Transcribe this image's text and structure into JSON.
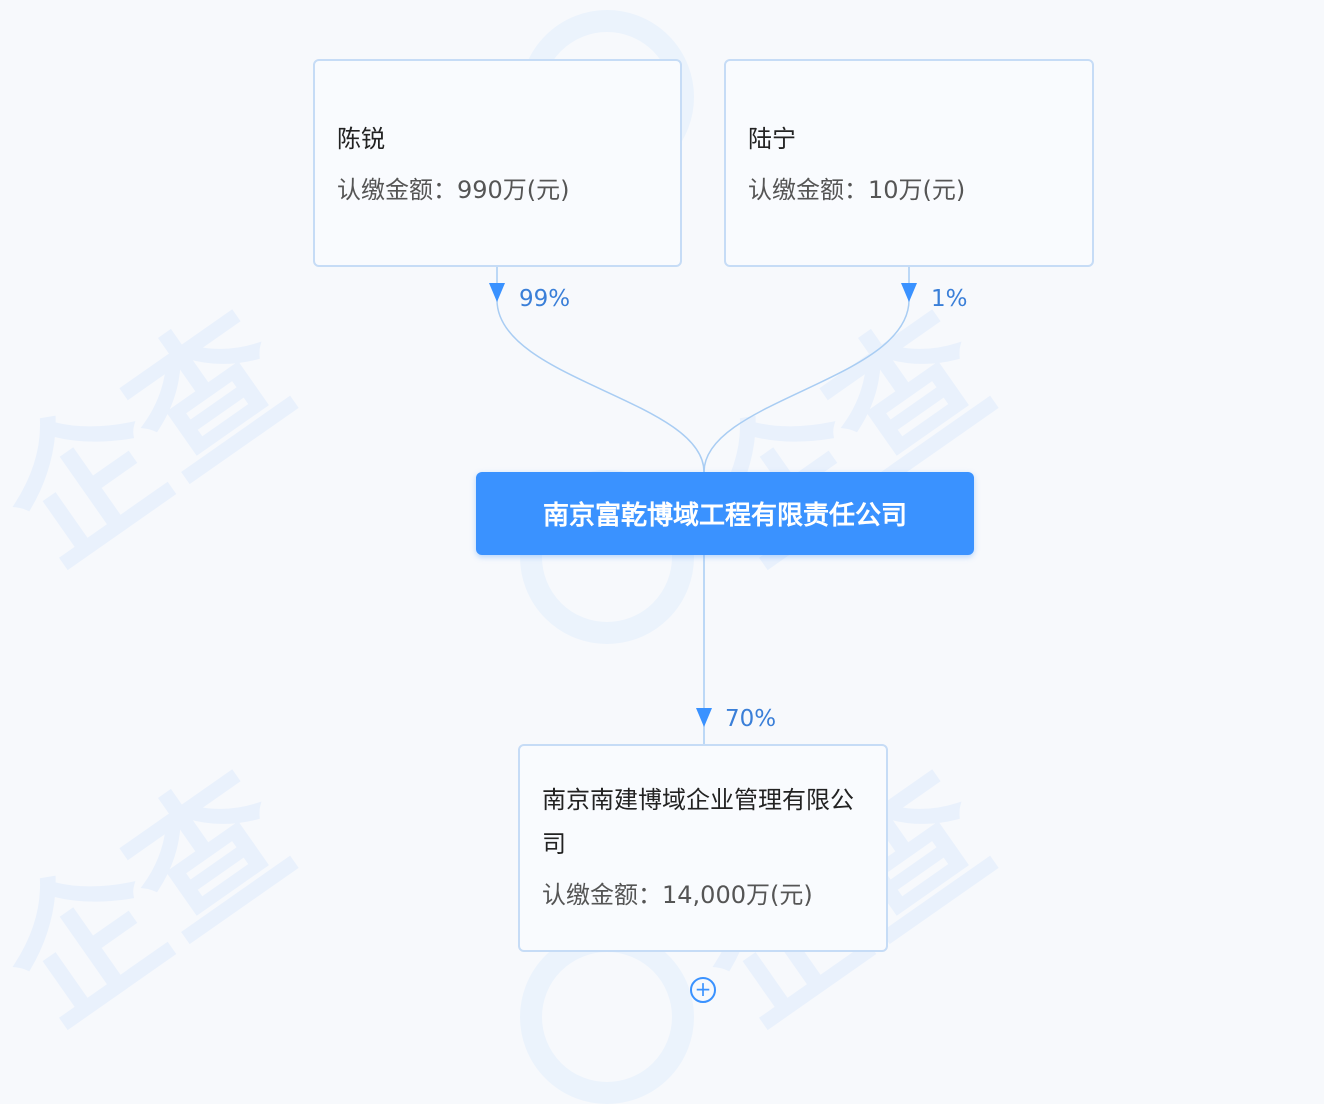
{
  "shareholders": [
    {
      "name": "陈锐",
      "amount_label": "认缴金额：",
      "amount_value": "990万(元)",
      "ratio": "99%"
    },
    {
      "name": "陆宁",
      "amount_label": "认缴金额：",
      "amount_value": "10万(元)",
      "ratio": "1%"
    }
  ],
  "company": {
    "name": "南京富乾博域工程有限责任公司"
  },
  "investments": [
    {
      "name": "南京南建博域企业管理有限公司",
      "amount_label": "认缴金额：",
      "amount_value": "14,000万(元)",
      "ratio": "70%"
    }
  ],
  "expand_button": {
    "icon": "plus-circle-icon"
  },
  "watermark": {
    "text": "企查"
  },
  "colors": {
    "accent": "#3a92ff",
    "line": "#a9cdf3",
    "ratio_text": "#3a7fd8"
  }
}
